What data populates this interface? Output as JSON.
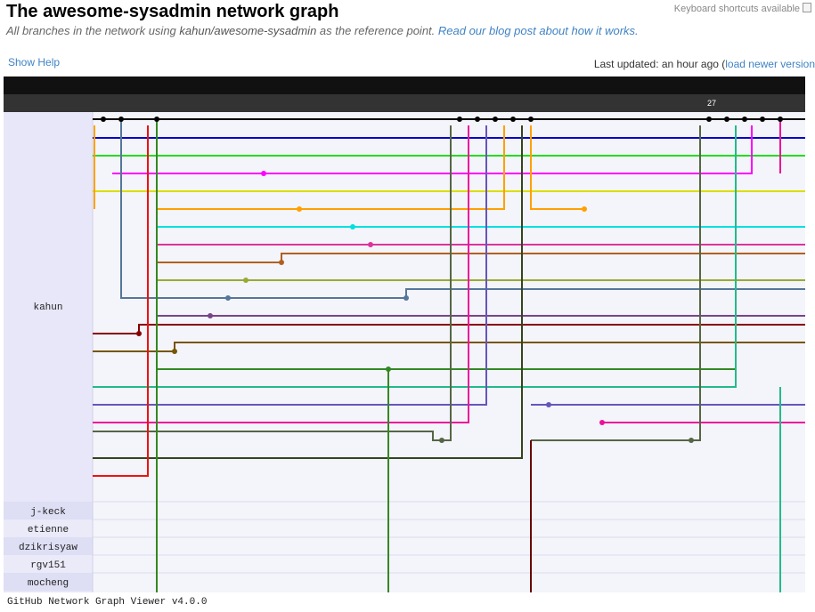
{
  "header": {
    "title": "The awesome-sysadmin network graph",
    "subtitle_prefix": "All branches in the network using ",
    "subtitle_ref": "kahun/awesome-sysadmin",
    "subtitle_suffix": " as the reference point. ",
    "blog_link": "Read our blog post about how it works.",
    "shortcuts": "Keyboard shortcuts available"
  },
  "toolbar": {
    "show_help": "Show Help",
    "last_updated": "Last updated: an hour ago (",
    "load_newer": "load newer version"
  },
  "graph": {
    "date_label": "27",
    "users": [
      {
        "name": "kahun"
      },
      {
        "name": "j-keck"
      },
      {
        "name": "etienne"
      },
      {
        "name": "dzikrisyaw"
      },
      {
        "name": "rgv151"
      },
      {
        "name": "mocheng"
      }
    ],
    "colors": {
      "header_dark": "#111111",
      "header_date": "#333333",
      "user_panel": "#e7e7f9",
      "graph_bg": "#f4f4fb",
      "master": "#000000"
    }
  },
  "footer": {
    "viewer": "GitHub Network Graph Viewer v4.0.0"
  }
}
